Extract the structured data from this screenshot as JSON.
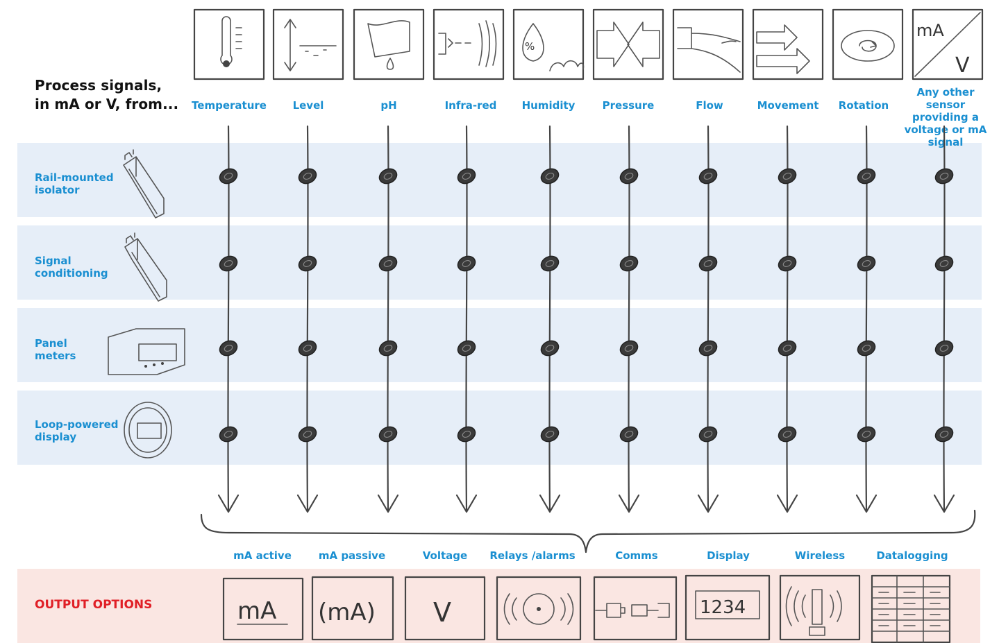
{
  "heading": "Process signals,\nin mA or V, from...",
  "rows": [
    {
      "label": "Rail-mounted\nisolator",
      "icon": "rail-isolator-icon"
    },
    {
      "label": "Signal\nconditioning",
      "icon": "signal-conditioner-icon"
    },
    {
      "label": "Panel\nmeters",
      "icon": "panel-meter-icon"
    },
    {
      "label": "Loop-powered\ndisplay",
      "icon": "loop-display-icon"
    }
  ],
  "sensors": [
    {
      "label": "Temperature",
      "icon": "thermometer-icon"
    },
    {
      "label": "Level",
      "icon": "level-icon"
    },
    {
      "label": "pH",
      "icon": "ph-icon"
    },
    {
      "label": "Infra-red",
      "icon": "infrared-icon"
    },
    {
      "label": "Humidity",
      "icon": "humidity-icon"
    },
    {
      "label": "Pressure",
      "icon": "pressure-icon"
    },
    {
      "label": "Flow",
      "icon": "flow-icon"
    },
    {
      "label": "Movement",
      "icon": "movement-icon"
    },
    {
      "label": "Rotation",
      "icon": "rotation-icon"
    },
    {
      "label": "Any other sensor providing a voltage or mA signal",
      "icon": "ma-v-icon",
      "icon_text": [
        "mA",
        "V"
      ]
    }
  ],
  "outputs_heading": "OUTPUT OPTIONS",
  "outputs": [
    {
      "label": "mA active",
      "icon": "ma-active-icon",
      "icon_text": "mA"
    },
    {
      "label": "mA passive",
      "icon": "ma-passive-icon",
      "icon_text": "(mA)"
    },
    {
      "label": "Voltage",
      "icon": "voltage-icon",
      "icon_text": "V"
    },
    {
      "label": "Relays /alarms",
      "icon": "relay-alarm-icon"
    },
    {
      "label": "Comms",
      "icon": "comms-icon"
    },
    {
      "label": "Display",
      "icon": "display-icon",
      "icon_text": "1234"
    },
    {
      "label": "Wireless",
      "icon": "wireless-icon"
    },
    {
      "label": "Datalogging",
      "icon": "datalogging-icon"
    }
  ],
  "colors": {
    "label_blue": "#1a8fd1",
    "row_band": "#e6eef8",
    "output_band": "#fae6e2",
    "output_red": "#e01f26"
  }
}
